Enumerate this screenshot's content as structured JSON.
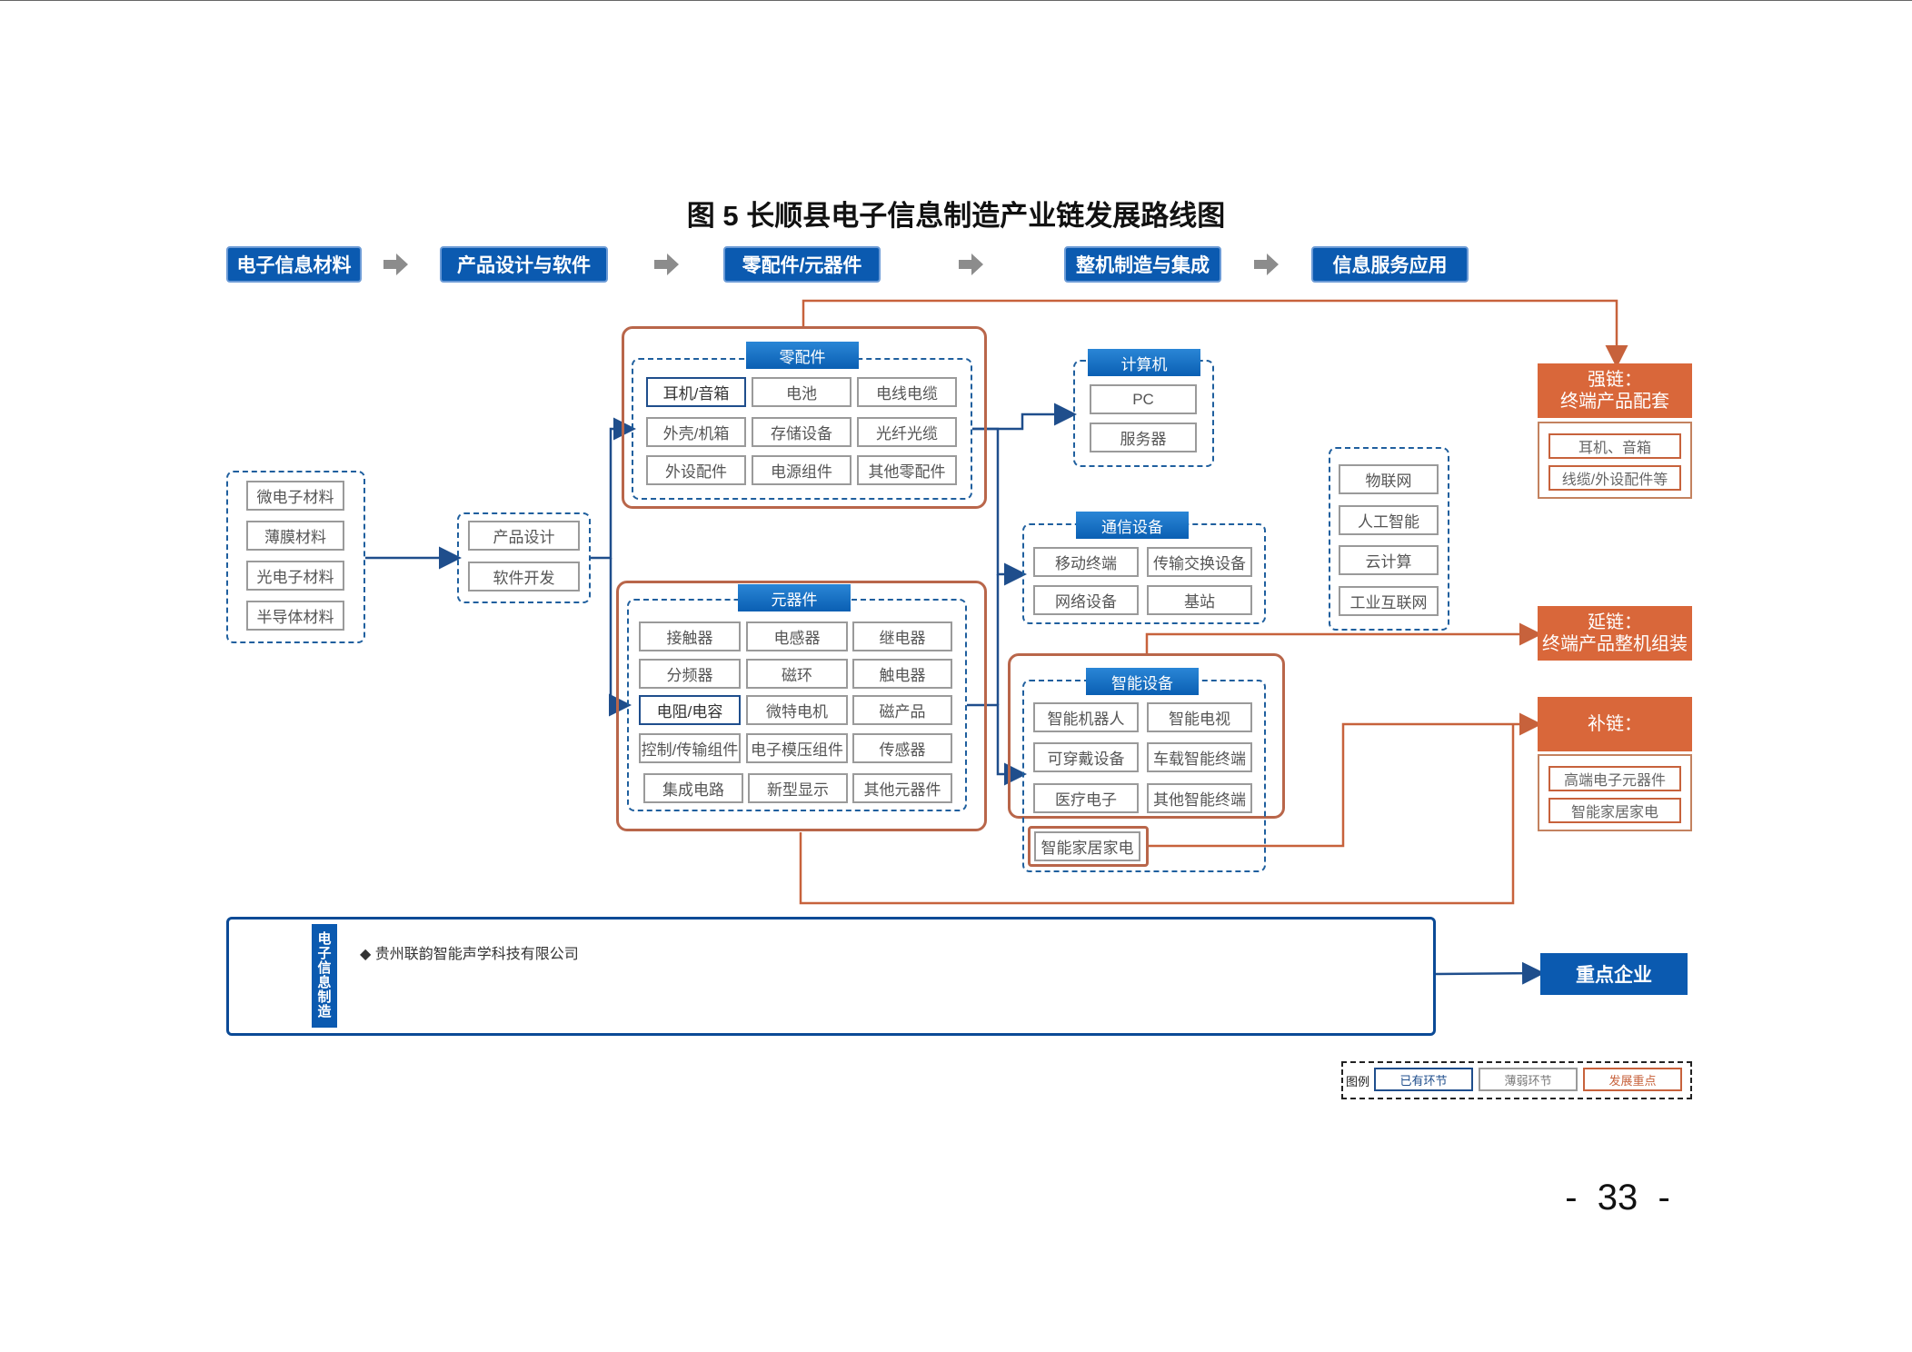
{
  "title": "图 5 长顺县电子信息制造产业链发展路线图",
  "stages": [
    "电子信息材料",
    "产品设计与软件",
    "零配件/元器件",
    "整机制造与集成",
    "信息服务应用"
  ],
  "materials": [
    "微电子材料",
    "薄膜材料",
    "光电子材料",
    "半导体材料"
  ],
  "design": [
    "产品设计",
    "软件开发"
  ],
  "parts": {
    "tag": "零配件",
    "items": [
      "耳机/音箱",
      "电池",
      "电线电缆",
      "外壳/机箱",
      "存储设备",
      "光纤光缆",
      "外设配件",
      "电源组件",
      "其他零配件"
    ]
  },
  "components": {
    "tag": "元器件",
    "items": [
      "接触器",
      "电感器",
      "继电器",
      "分频器",
      "磁环",
      "触电器",
      "电阻/电容",
      "微特电机",
      "磁产品",
      "控制/传输组件",
      "电子模压组件",
      "传感器",
      "集成电路",
      "新型显示",
      "其他元器件"
    ]
  },
  "computer": {
    "tag": "计算机",
    "items": [
      "PC",
      "服务器"
    ]
  },
  "telecom": {
    "tag": "通信设备",
    "items": [
      "移动终端",
      "传输交换设备",
      "网络设备",
      "基站"
    ]
  },
  "smart": {
    "tag": "智能设备",
    "items": [
      "智能机器人",
      "智能电视",
      "可穿戴设备",
      "车载智能终端",
      "医疗电子",
      "其他智能终端"
    ],
    "home": "智能家居家电"
  },
  "services": [
    "物联网",
    "人工智能",
    "云计算",
    "工业互联网"
  ],
  "strong_chain": {
    "head_line1": "强链：",
    "head_line2": "终端产品配套",
    "items": [
      "耳机、音箱",
      "线缆/外设配件等"
    ]
  },
  "extend_chain": {
    "head_line1": "延链：",
    "head_line2": "终端产品整机组装"
  },
  "fill_chain": {
    "head_line1": "补链：",
    "items": [
      "高端电子元器件",
      "智能家居家电"
    ]
  },
  "enterprises": {
    "side_label": "电子信息制造",
    "items": [
      "◆ 贵州联韵智能声学科技有限公司"
    ],
    "key_label": "重点企业"
  },
  "legend": {
    "label": "图例",
    "items": [
      "已有环节",
      "薄弱环节",
      "发展重点"
    ]
  },
  "page_number": "-  33  -",
  "colors": {
    "blue": "#0b5ab0",
    "orange": "#d9673a",
    "arrow_grey": "#8c8c8c",
    "dash_blue": "#1f5f9e"
  }
}
